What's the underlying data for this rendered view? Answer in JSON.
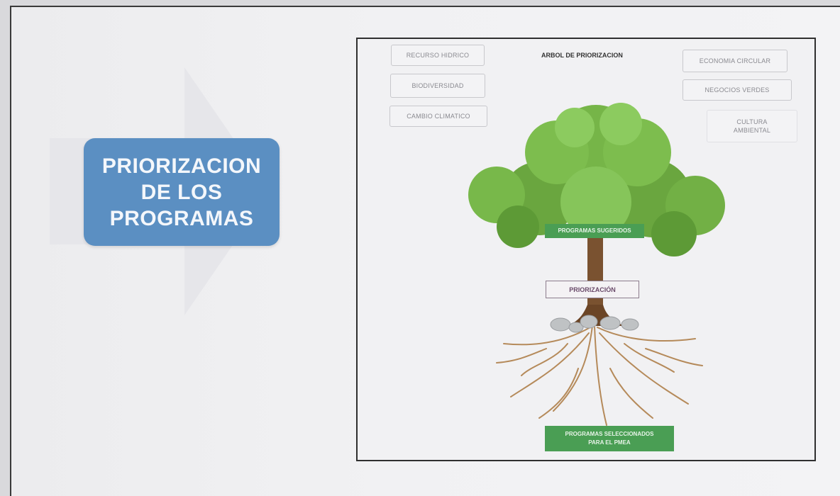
{
  "title_box": {
    "lines": [
      "PRIORIZACION",
      "DE LOS",
      "PROGRAMAS"
    ]
  },
  "panel": {
    "title": "ARBOL DE PRIORIZACION",
    "left_tags": [
      "RECURSO HIDRICO",
      "BIODIVERSIDAD",
      "CAMBIO CLIMATICO"
    ],
    "right_tags": [
      "ECONOMIA CIRCULAR",
      "NEGOCIOS VERDES",
      "CULTURA",
      "AMBIENTAL"
    ],
    "canopy_label": "PROGRAMAS SUGERIDOS",
    "trunk_label": "PRIORIZACIÓN",
    "root_label_lines": [
      "PROGRAMAS SELECCIONADOS",
      "PARA EL PMEA"
    ]
  },
  "colors": {
    "title_box": "#5b8fc2",
    "green_label": "#4a9e54",
    "foliage": "#6fb34a",
    "trunk": "#7a5230"
  }
}
